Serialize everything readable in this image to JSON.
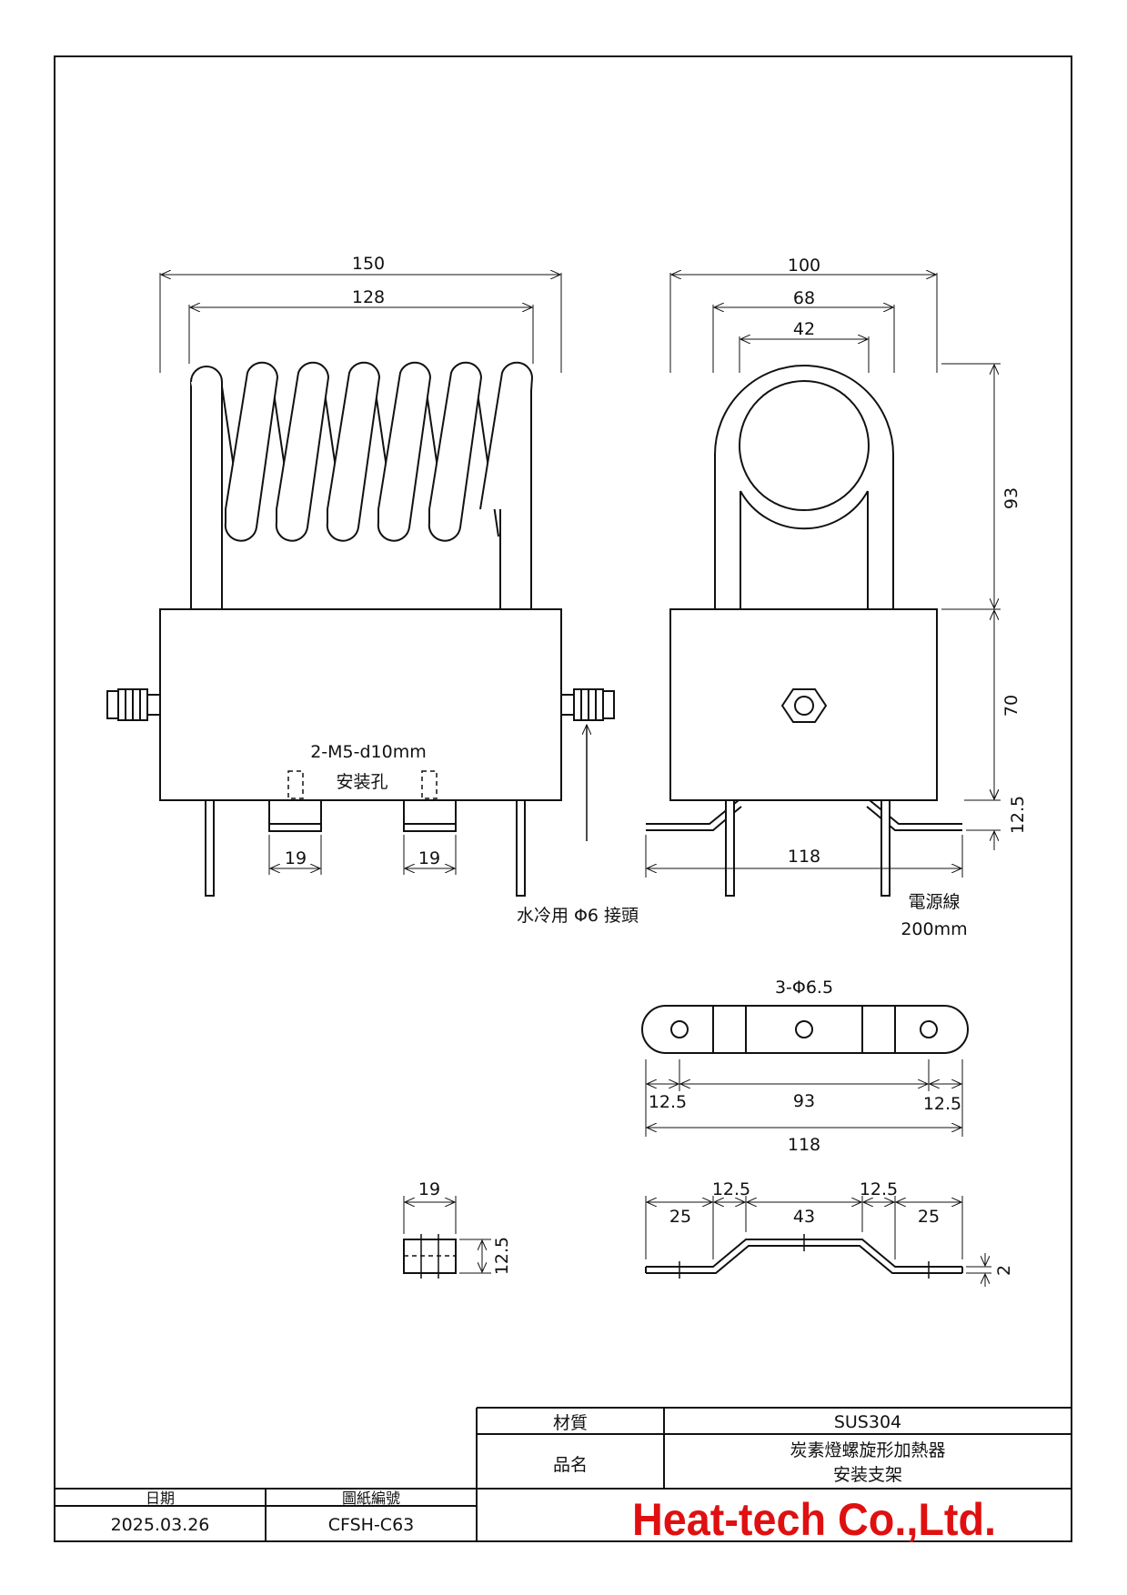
{
  "front_view": {
    "dim_overall_width": "150",
    "dim_coil_width": "128",
    "mount_hole_spec": "2-M5-d10mm",
    "mount_hole_label": "安装孔",
    "dim_bracket_left": "19",
    "dim_bracket_right": "19",
    "water_fitting_note": "水冷用 Φ6 接頭"
  },
  "side_view": {
    "dim_overall_width": "100",
    "dim_outer_diameter": "68",
    "dim_inner_diameter": "42",
    "dim_coil_height": "93",
    "dim_box_height": "70",
    "dim_foot_height": "12.5",
    "dim_bracket_length": "118",
    "power_cable_label": "電源線",
    "power_cable_length": "200mm"
  },
  "bracket_plan": {
    "hole_spec": "3-Φ6.5",
    "dim_end_left": "12.5",
    "dim_hole_span": "93",
    "dim_end_right": "12.5",
    "dim_total": "118"
  },
  "bracket_profile": {
    "dim_left_flat": "25",
    "dim_left_slope": "12.5",
    "dim_center": "43",
    "dim_right_slope": "12.5",
    "dim_right_flat": "25",
    "dim_thickness": "2"
  },
  "spacer_detail": {
    "dim_width": "19",
    "dim_height": "12.5"
  },
  "title_block": {
    "material_label": "材質",
    "material_value": "SUS304",
    "product_label": "品名",
    "product_name_line1": "炭素燈螺旋形加熱器",
    "product_name_line2": "安装支架",
    "date_label": "日期",
    "date_value": "2025.03.26",
    "drawing_no_label": "圖紙編號",
    "drawing_no_value": "CFSH-C63",
    "company": "Heat-tech Co.,Ltd."
  },
  "colors": {
    "line": "#111111",
    "brand_red": "#e01010"
  }
}
